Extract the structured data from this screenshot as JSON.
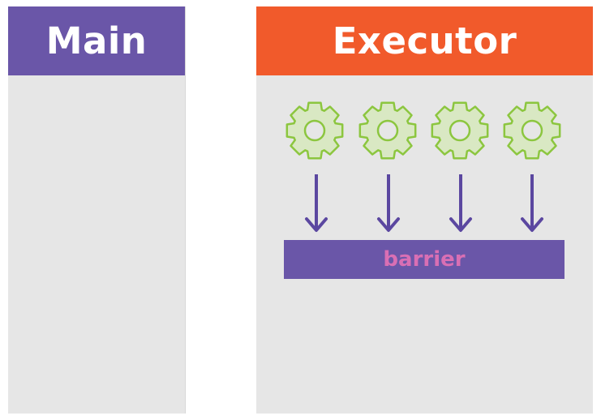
{
  "main": {
    "title": "Main",
    "header_color": "#6a56a8"
  },
  "executor": {
    "title": "Executor",
    "header_color": "#f15a2b",
    "gear_icon": "gear-icon",
    "gear_color": "#8cc63f",
    "gear_fill": "#d9e8c3",
    "arrow_color": "#5b47a0",
    "barrier": {
      "label": "barrier",
      "color": "#6a56a8",
      "text_color": "#d96fb4"
    }
  }
}
